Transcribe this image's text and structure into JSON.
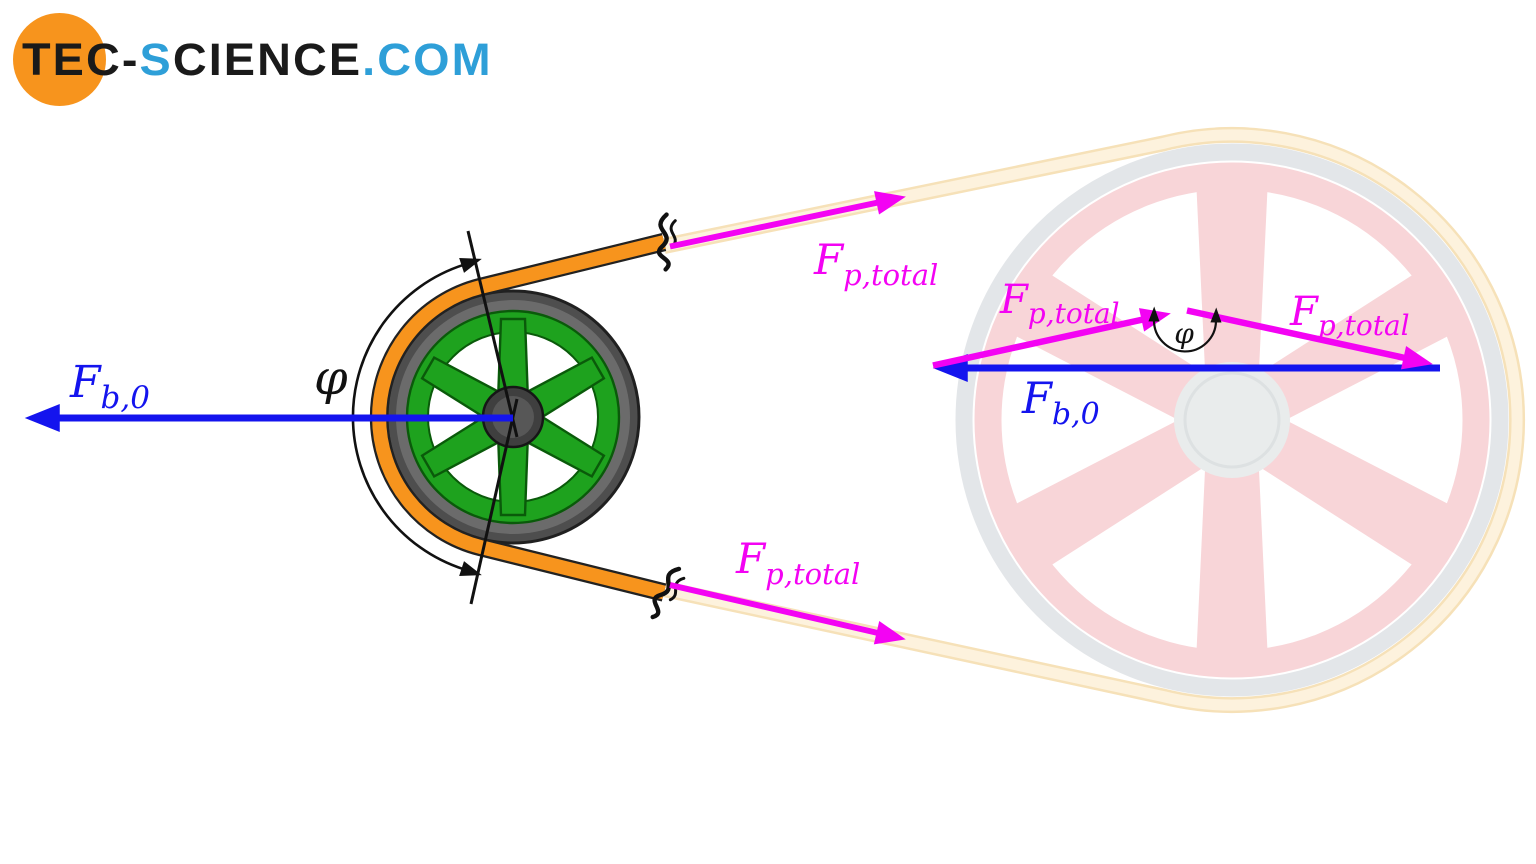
{
  "logo": {
    "part_tec": "TEC-",
    "part_s": "S",
    "part_cience": "CIENCE",
    "part_com": ".COM"
  },
  "force_labels": {
    "belt_preload": {
      "symbol": "F",
      "subscript": "b,0"
    },
    "pretension_total": {
      "symbol": "F",
      "subscript": "p,total"
    },
    "wrap_angle_symbol": "φ"
  },
  "colors": {
    "arrow_blue": "#1414ee",
    "arrow_magenta": "#f303f3",
    "belt_orange": "#f7941d",
    "belt_outline": "#222222",
    "wheel_green": "#1ea21e",
    "wheel_green_dark": "#0a5a0a",
    "rim_gray": "#4e4e4e",
    "hub_gray": "#3f3f3f",
    "logo_orange": "#f7941d",
    "logo_blue": "#2e9fd8",
    "logo_black": "#1a1a1a",
    "faded_pink": "#f8d5d8",
    "faded_rim_gray": "#e3e6e9",
    "faded_belt_cream": "#fdf2dd",
    "faded_belt_edge": "#f6e1b8",
    "faded_hub_gray": "#e9ecec"
  }
}
